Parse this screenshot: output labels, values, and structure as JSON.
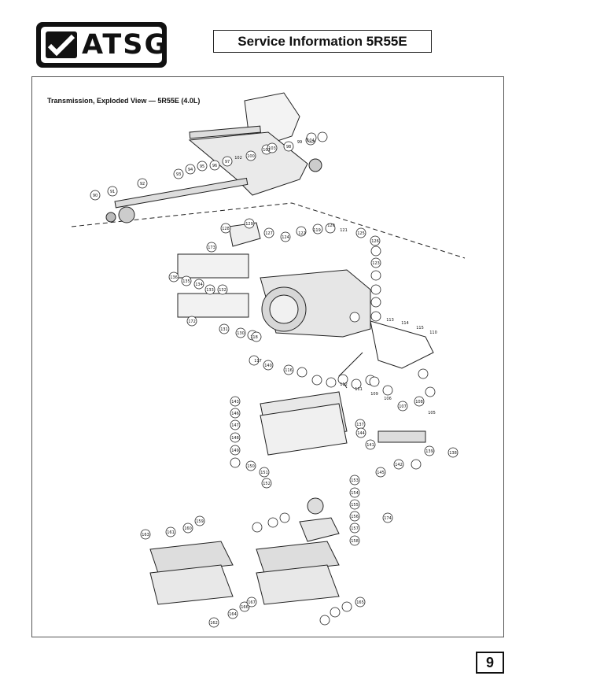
{
  "header": {
    "logo_text": "ATSG",
    "title": "Service Information 5R55E"
  },
  "figure": {
    "caption": "Transmission, Exploded View — 5R55E (4.0L)",
    "callouts": [
      "90",
      "91",
      "92",
      "93",
      "94",
      "95",
      "96",
      "97",
      "98",
      "99",
      "100",
      "101",
      "102",
      "103",
      "104",
      "105",
      "106",
      "107",
      "108",
      "109",
      "110",
      "111",
      "112",
      "113",
      "114",
      "115",
      "116",
      "117",
      "118",
      "119",
      "120",
      "121",
      "122",
      "123",
      "124",
      "125",
      "126",
      "127",
      "128",
      "129",
      "130",
      "131",
      "132",
      "133",
      "134",
      "135",
      "136",
      "137",
      "138",
      "139",
      "140",
      "141",
      "142",
      "143",
      "144",
      "145",
      "146",
      "147",
      "148",
      "149",
      "150",
      "151",
      "152",
      "153",
      "154",
      "155",
      "156",
      "157",
      "158",
      "159",
      "160",
      "161",
      "162",
      "163",
      "164",
      "165",
      "166",
      "167",
      "172",
      "173",
      "174"
    ]
  },
  "footer": {
    "page_number": "9"
  }
}
